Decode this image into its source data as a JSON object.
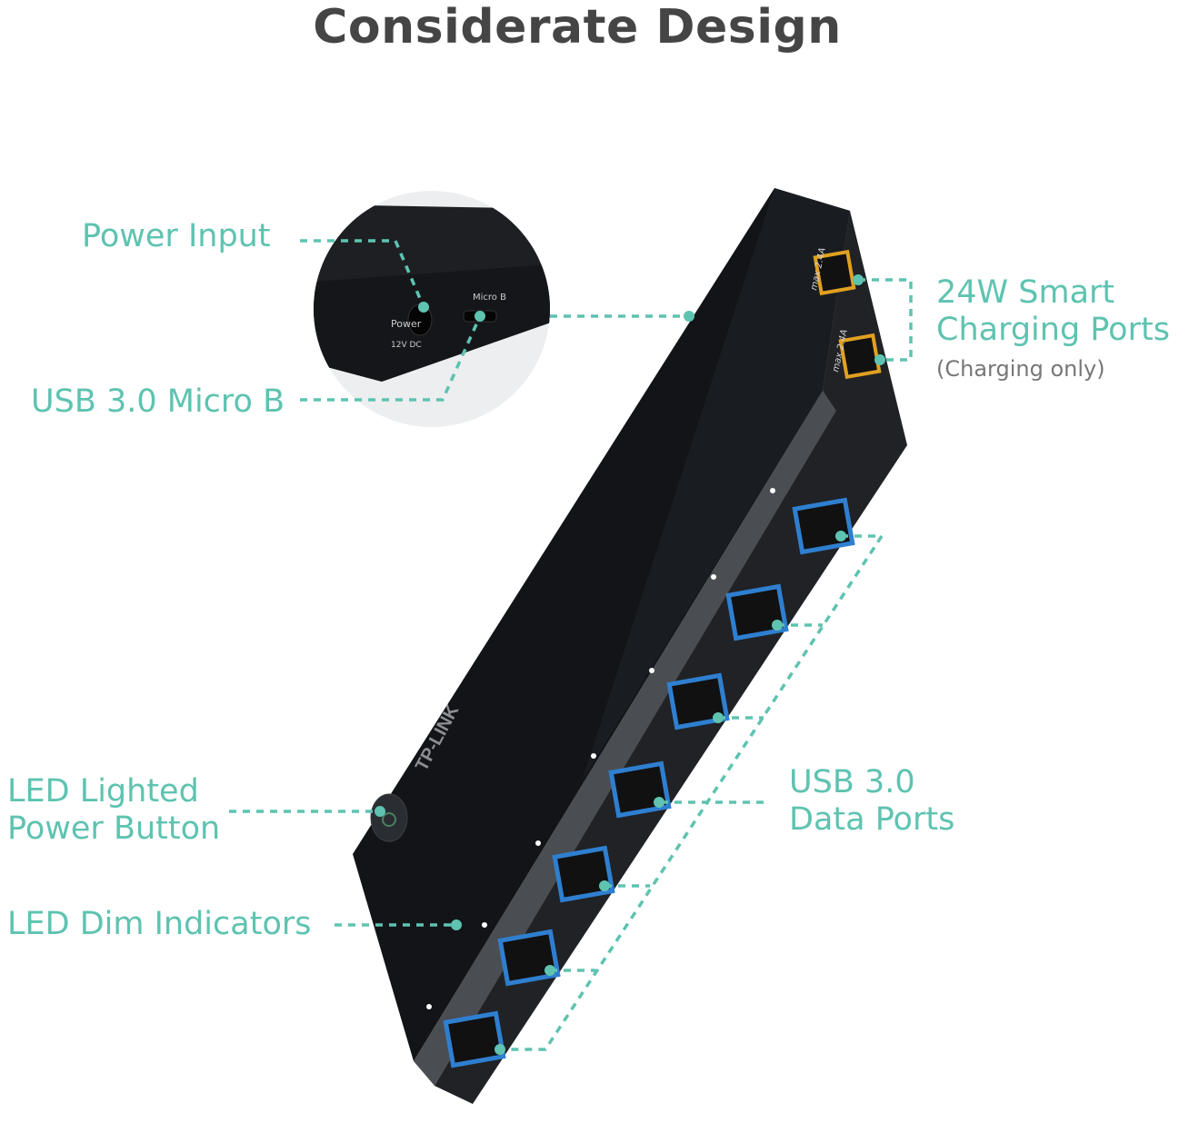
{
  "title": "Considerate Design",
  "colors": {
    "accent": "#5ec3b0",
    "title": "#454545",
    "device": "#15171a",
    "usb3_port": "#2f7fd0",
    "charging_port": "#e0a020"
  },
  "callouts": {
    "power_input": "Power Input",
    "micro_b": "USB 3.0 Micro B",
    "charging_line1": "24W Smart",
    "charging_line2": "Charging Ports",
    "charging_note": "(Charging only)",
    "power_button_line1": "LED Lighted",
    "power_button_line2": "Power Button",
    "led_dim": "LED Dim Indicators",
    "data_ports_line1": "USB 3.0",
    "data_ports_line2": "Data Ports"
  },
  "device_print": {
    "brand": "TP-LINK",
    "power": "Power",
    "power_rating": "12V DC",
    "micro_b": "Micro B",
    "charging_port_rating": "max 2.4A"
  }
}
